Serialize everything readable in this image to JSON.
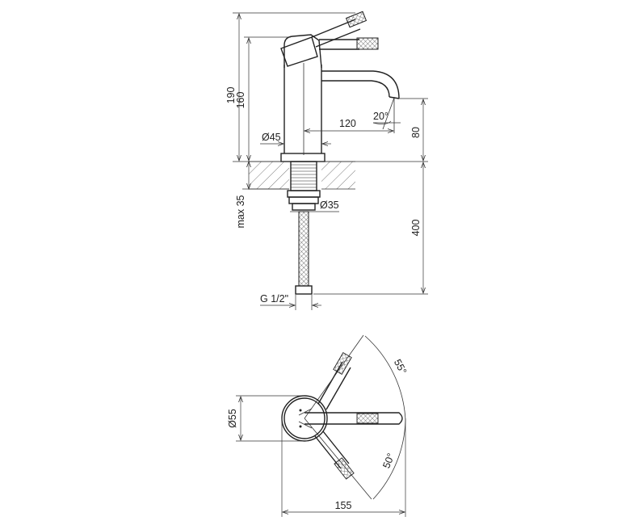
{
  "labels": {
    "height_total": "190",
    "height_body": "160",
    "diameter_body": "Ø45",
    "spout_reach": "120",
    "spout_angle": "20°",
    "spout_height": "80",
    "max_thickness": "max 35",
    "diameter_mount": "Ø35",
    "hose_length": "400",
    "connection": "G 1/2\"",
    "angle_up": "55°",
    "angle_down": "50°",
    "diameter_top": "Ø55",
    "width_top": "155"
  }
}
